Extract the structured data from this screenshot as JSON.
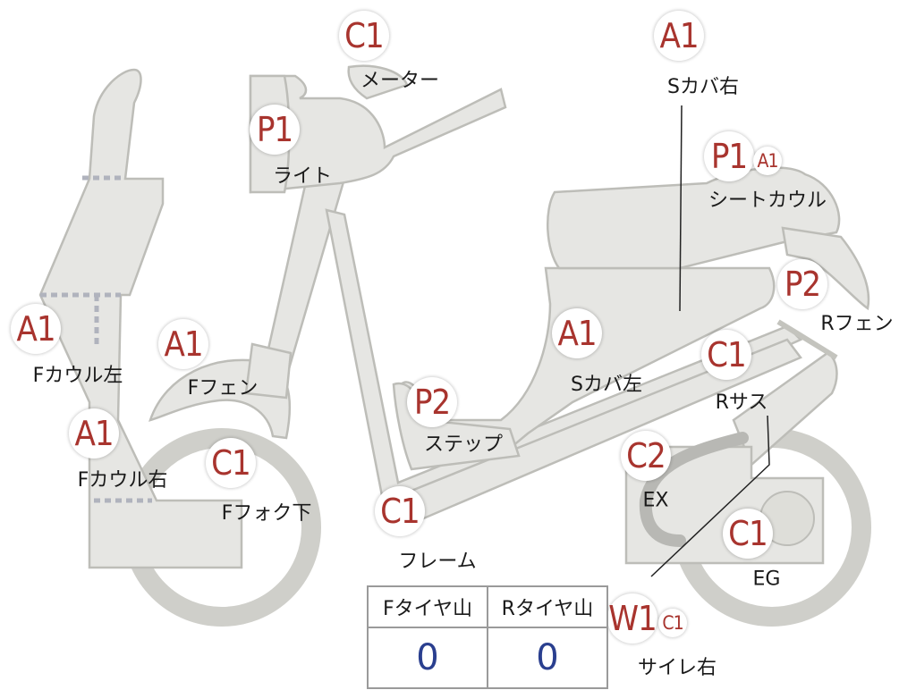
{
  "markers": {
    "meter": "C1",
    "light": "P1",
    "s_cover_right": "A1",
    "seat_cowl_p": "P1",
    "seat_cowl_a": "A1",
    "r_fender": "P2",
    "f_cowl_left": "A1",
    "f_fender": "A1",
    "s_cover_left": "A1",
    "r_sus": "C1",
    "f_cowl_right": "A1",
    "f_fork_lower": "C1",
    "step": "P2",
    "ex": "C2",
    "frame": "C1",
    "eg": "C1",
    "silencer_w": "W1",
    "silencer_c": "C1"
  },
  "labels": {
    "meter": "メーター",
    "light": "ライト",
    "s_cover_right": "Sカバ右",
    "seat_cowl": "シートカウル",
    "r_fender": "Rフェン",
    "f_cowl_left": "Fカウル左",
    "f_fender": "Fフェン",
    "s_cover_left": "Sカバ左",
    "r_sus": "Rサス",
    "f_cowl_right": "Fカウル右",
    "f_fork_lower": "Fフォク下",
    "step": "ステップ",
    "ex": "EX",
    "frame": "フレーム",
    "eg": "EG",
    "silencer": "サイレ右"
  },
  "tire_table": {
    "headers": [
      "Fタイヤ山",
      "Rタイヤ山"
    ],
    "values": [
      "0",
      "0"
    ]
  },
  "colors": {
    "marker_text": "#a8342e",
    "value_text": "#2a3f8f",
    "part_fill": "#e6e6e3"
  }
}
